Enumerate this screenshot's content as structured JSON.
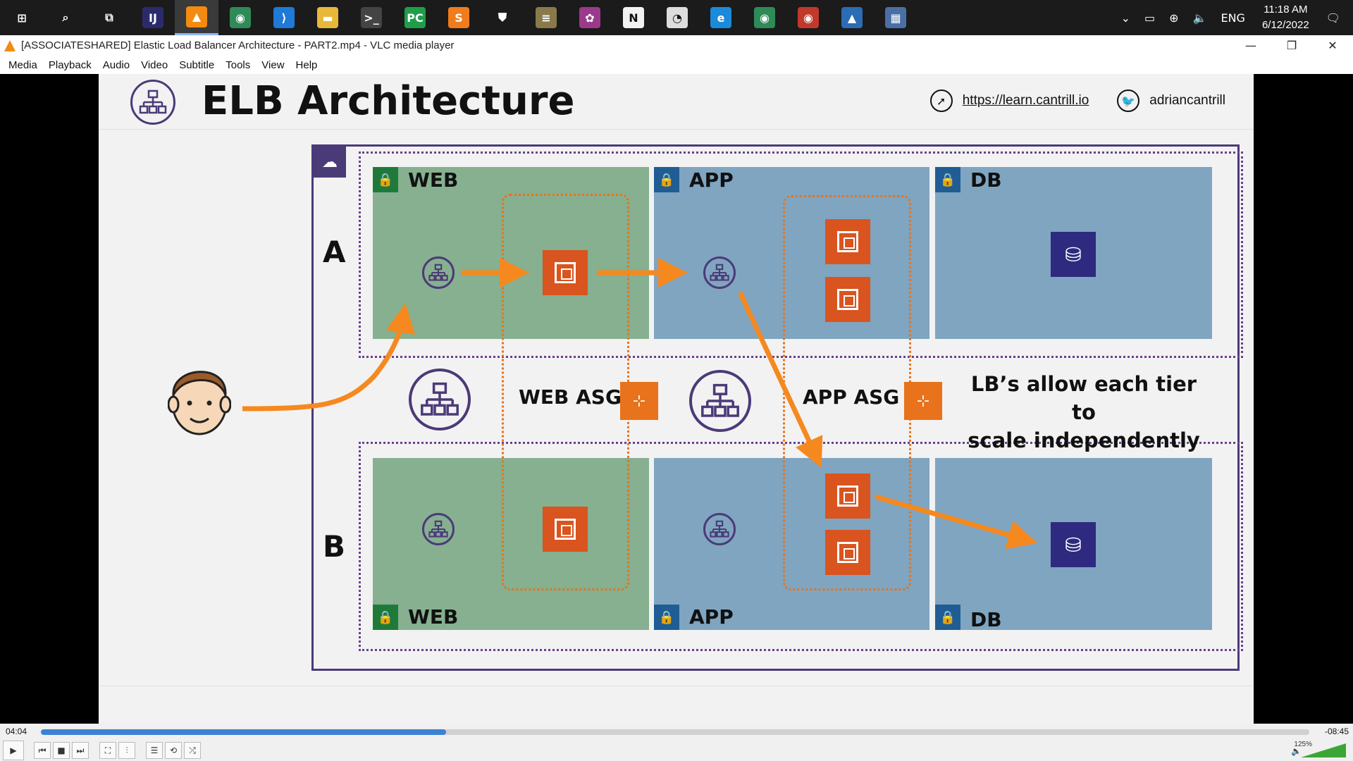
{
  "taskbar": {
    "icons": [
      {
        "name": "windows-start-icon",
        "glyph": "⊞",
        "bg": "transparent"
      },
      {
        "name": "search-icon",
        "glyph": "⌕",
        "bg": "transparent"
      },
      {
        "name": "task-view-icon",
        "glyph": "⧉",
        "bg": "transparent"
      },
      {
        "name": "intellij-icon",
        "glyph": "IJ",
        "bg": "#2b2b6b"
      },
      {
        "name": "vlc-icon",
        "glyph": "▲",
        "bg": "#f28b10"
      },
      {
        "name": "chrome-icon",
        "glyph": "◉",
        "bg": "#2e8b57"
      },
      {
        "name": "vscode-icon",
        "glyph": "⟩",
        "bg": "#1e7ad6"
      },
      {
        "name": "file-explorer-icon",
        "glyph": "▬",
        "bg": "#e8b83a"
      },
      {
        "name": "terminal-icon",
        "glyph": ">_",
        "bg": "#444"
      },
      {
        "name": "pycharm-icon",
        "glyph": "PC",
        "bg": "#1f9e4a"
      },
      {
        "name": "sublime-icon",
        "glyph": "S",
        "bg": "#f07c1c"
      },
      {
        "name": "security-icon",
        "glyph": "⛊",
        "bg": "transparent"
      },
      {
        "name": "app-icon-stack",
        "glyph": "≡",
        "bg": "#8a7a4a"
      },
      {
        "name": "photo-app-icon",
        "glyph": "✿",
        "bg": "#9b3a8c"
      },
      {
        "name": "notion-icon",
        "glyph": "N",
        "bg": "#f2f2f2"
      },
      {
        "name": "clock-app-icon",
        "glyph": "◔",
        "bg": "#ddd"
      },
      {
        "name": "edge-icon",
        "glyph": "e",
        "bg": "#1b8ad8"
      },
      {
        "name": "chrome-icon-2",
        "glyph": "◉",
        "bg": "#2e8b57"
      },
      {
        "name": "chrome-icon-3",
        "glyph": "◉",
        "bg": "#c0392b"
      },
      {
        "name": "photos-icon",
        "glyph": "▲",
        "bg": "#2a6db5"
      },
      {
        "name": "calculator-icon",
        "glyph": "▦",
        "bg": "#4a6fa5"
      }
    ],
    "active_index": 4,
    "tray": {
      "language": "ENG",
      "time": "11:18 AM",
      "date": "6/12/2022"
    }
  },
  "window": {
    "title": "[ASSOCIATESHARED] Elastic Load Balancer Architecture - PART2.mp4 - VLC media player"
  },
  "menu": [
    "Media",
    "Playback",
    "Audio",
    "Video",
    "Subtitle",
    "Tools",
    "View",
    "Help"
  ],
  "slide": {
    "title": "ELB Architecture",
    "url": "https://learn.cantrill.io",
    "handle": "adriancantrill",
    "az_a": "A",
    "az_b": "B",
    "web_label": "WEB",
    "app_label": "APP",
    "db_label": "DB",
    "web_asg_label": "WEB ASG",
    "app_asg_label": "APP ASG",
    "note_line1": "LB’s allow each tier to",
    "note_line2": "scale independently",
    "colors": {
      "purple": "#4b3a78",
      "web_subnet": "#86b08f",
      "app_subnet": "#7fa5c1",
      "orange": "#f5891f",
      "ec2": "#d9541e",
      "rds": "#2e2a80"
    }
  },
  "player": {
    "elapsed": "04:04",
    "remaining": "-08:45",
    "progress": 0.3197,
    "volume": "125%"
  }
}
